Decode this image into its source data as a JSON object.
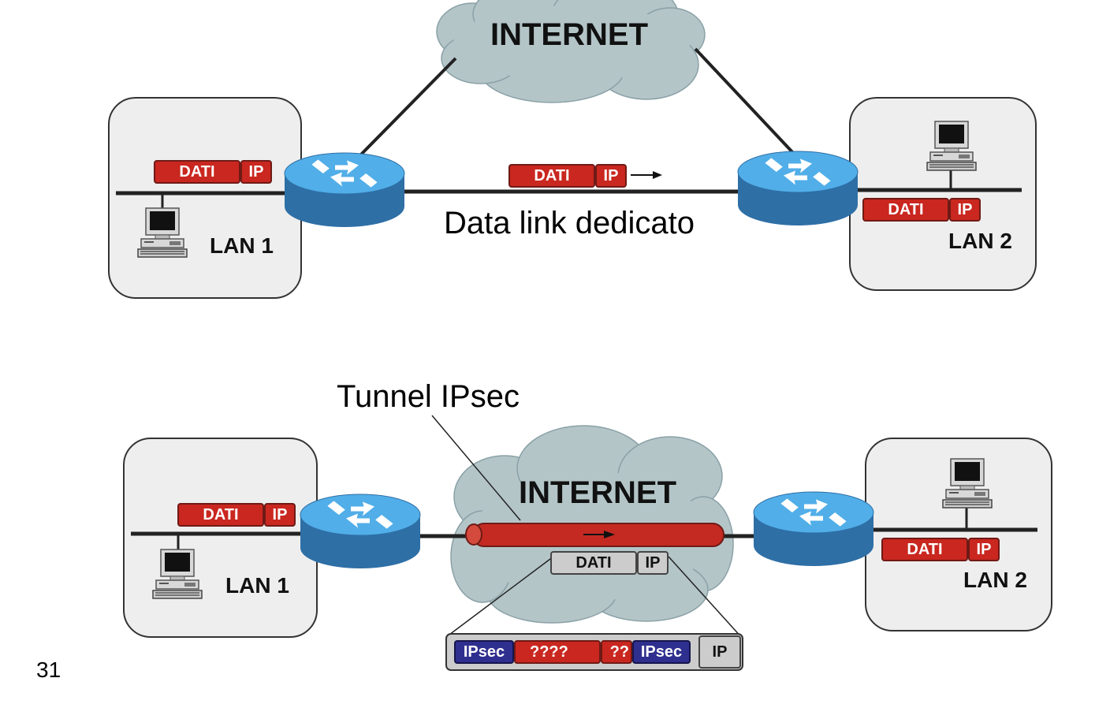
{
  "colors": {
    "cloud": "#b4c5c8",
    "router_top": "#51aee8",
    "router_side": "#2e6fa6",
    "packet_red": "#c9271f",
    "ipsec_blue": "#2f2f8f",
    "tunnel_red": "#c42a22",
    "lan_box": "#eeeeee"
  },
  "icons": [
    "router-icon",
    "computer-icon",
    "cloud-icon",
    "arrow-right-icon"
  ],
  "top": {
    "cloud_label": "INTERNET",
    "link_label": "Data link dedicato",
    "lan1_label": "LAN 1",
    "lan2_label": "LAN 2",
    "packet_lan1": {
      "data": "DATI",
      "ip": "IP"
    },
    "packet_link": {
      "data": "DATI",
      "ip": "IP"
    },
    "packet_lan2": {
      "data": "DATI",
      "ip": "IP"
    }
  },
  "bottom": {
    "cloud_label": "INTERNET",
    "tunnel_label": "Tunnel IPsec",
    "lan1_label": "LAN 1",
    "lan2_label": "LAN 2",
    "packet_lan1": {
      "data": "DATI",
      "ip": "IP"
    },
    "packet_lan2": {
      "data": "DATI",
      "ip": "IP"
    },
    "packet_tunnel": {
      "data": "DATI",
      "ip": "IP"
    },
    "encapsulated": {
      "ipsec_header": "IPsec",
      "payload": "????",
      "trailer": "??",
      "ipsec_trailer": "IPsec",
      "outer_ip": "IP"
    }
  },
  "page_number": "31"
}
